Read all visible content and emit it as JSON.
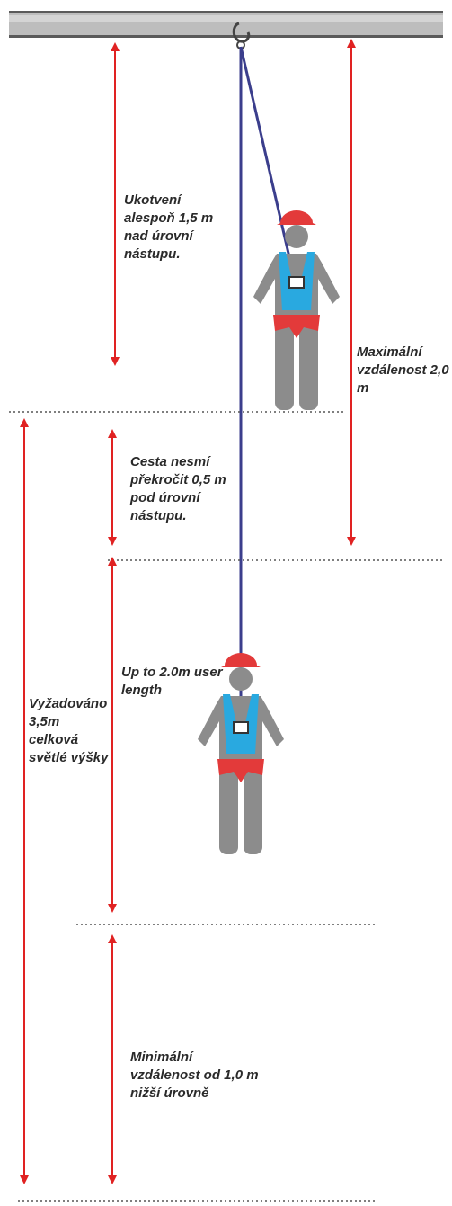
{
  "labels": {
    "anchor": "Ukotvení\nalespoň 1,5 m\nnad úrovní\nnástupu.",
    "max_distance": "Maximální\nvzdálenost 2,0\nm",
    "path_limit": "Cesta nesmí\npřekročit 0,5 m\npod úrovní\nnástupu.",
    "user_length": "Up to 2.0m user\nlength",
    "required_height": "Vyžadováno\n3,5m\ncelková\nsvětlé výšky",
    "min_distance": "Minimální\nvzdálenost od 1,0 m\nnižší úrovně"
  },
  "colors": {
    "arrow": "#e02222",
    "harness": "#29a9e0",
    "belt": "#e33a3a",
    "helmet": "#e33a3a",
    "body": "#8c8c8c",
    "rope": "#3b3e8c",
    "beam": "#b9b9b9",
    "dotted": "#555555"
  }
}
